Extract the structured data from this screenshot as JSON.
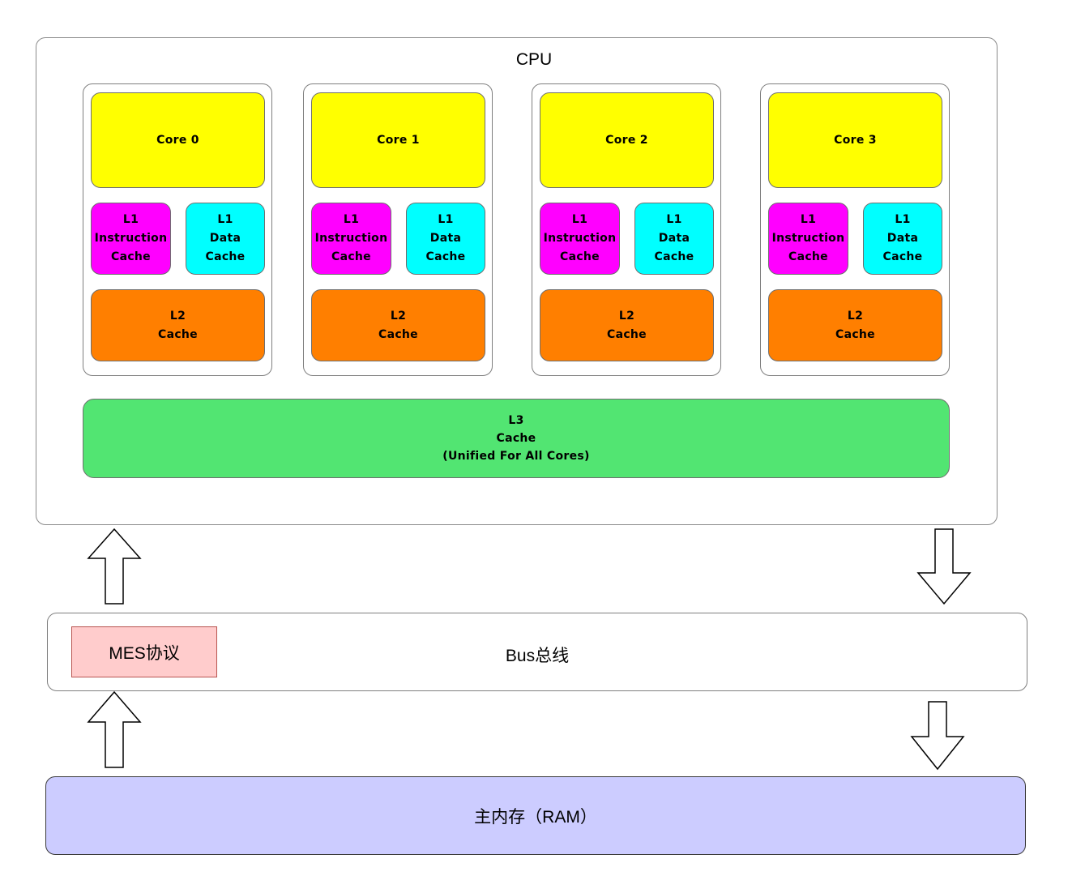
{
  "cpu": {
    "title": "CPU"
  },
  "cores": [
    {
      "core": "Core 0",
      "l1i": [
        "L1",
        "Instruction",
        "Cache"
      ],
      "l1d": [
        "L1",
        "Data",
        "Cache"
      ],
      "l2": [
        "L2",
        "Cache"
      ]
    },
    {
      "core": "Core 1",
      "l1i": [
        "L1",
        "Instruction",
        "Cache"
      ],
      "l1d": [
        "L1",
        "Data",
        "Cache"
      ],
      "l2": [
        "L2",
        "Cache"
      ]
    },
    {
      "core": "Core 2",
      "l1i": [
        "L1",
        "Instruction",
        "Cache"
      ],
      "l1d": [
        "L1",
        "Data",
        "Cache"
      ],
      "l2": [
        "L2",
        "Cache"
      ]
    },
    {
      "core": "Core 3",
      "l1i": [
        "L1",
        "Instruction",
        "Cache"
      ],
      "l1d": [
        "L1",
        "Data",
        "Cache"
      ],
      "l2": [
        "L2",
        "Cache"
      ]
    }
  ],
  "l3": [
    "L3",
    "Cache",
    "(Unified For All Cores)"
  ],
  "bus": {
    "label": "Bus总线",
    "protocol": "MES协议"
  },
  "ram": {
    "label": "主内存（RAM）"
  },
  "colors": {
    "core": "#ffff00",
    "l1_instruction": "#ff00ff",
    "l1_data": "#00ffff",
    "l2": "#ff7f00",
    "l3": "#52e572",
    "protocol": "#ffcccc",
    "ram": "#ccccff"
  }
}
